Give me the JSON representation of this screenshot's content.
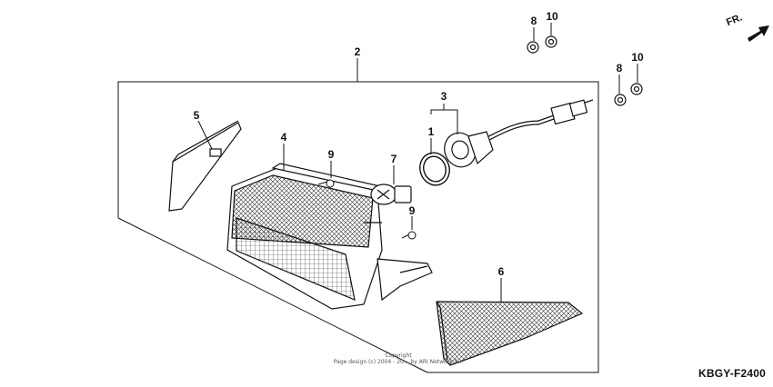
{
  "diagram": {
    "callouts": {
      "p1": "1",
      "p2": "2",
      "p3": "3",
      "p4": "4",
      "p5": "5",
      "p6": "6",
      "p7": "7",
      "p8a": "8",
      "p8b": "8",
      "p9a": "9",
      "p9b": "9",
      "p10a": "10",
      "p10b": "10"
    },
    "direction_label": "FR.",
    "figure_code": "KBGY-F2400",
    "copyright_line1": "Copyright",
    "copyright_line2": "Page design (c) 2004 - 20... by ARI Network S..."
  }
}
